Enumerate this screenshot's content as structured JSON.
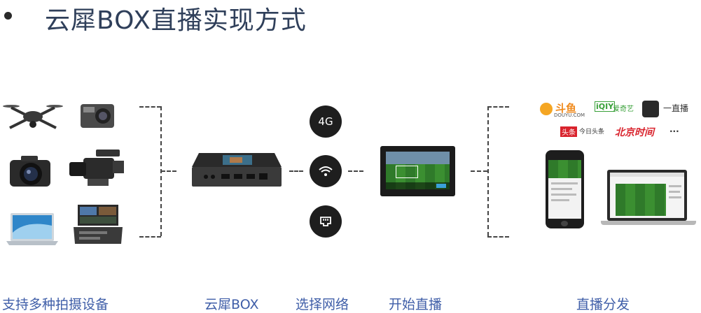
{
  "title": "云犀BOX直播实现方式",
  "captions": {
    "devices": "支持多种拍摄设备",
    "box": "云犀BOX",
    "network": "选择网络",
    "start": "开始直播",
    "distribute": "直播分发"
  },
  "network": {
    "g4": "4G"
  },
  "platforms": {
    "douyu": "斗鱼",
    "douyu_domain": "DOUYU.COM",
    "iqiyi_logo": "iQIY",
    "iqiyi": "爱奇艺",
    "yizhibo": "一直播",
    "toutiao_logo": "头条",
    "toutiao": "今日头条",
    "bjtime": "北京时间",
    "more": "..."
  },
  "colors": {
    "caption": "#3f5ea8",
    "title": "#2f3f5a",
    "accent_orange": "#f5a623",
    "red": "#d9232d",
    "green": "#3aa13a"
  }
}
